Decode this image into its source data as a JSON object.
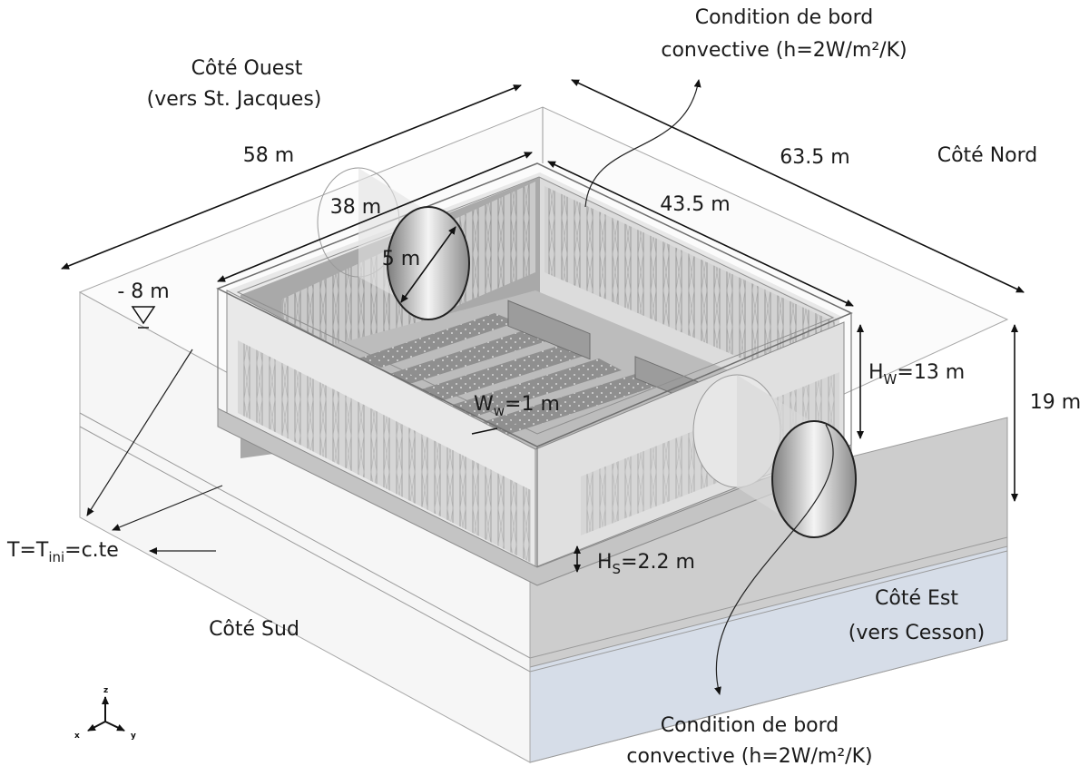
{
  "labels": {
    "west_side_line1": "Côté Ouest",
    "west_side_line2": "(vers St. Jacques)",
    "north_side": "Côté Nord",
    "east_side_line1": "Côté Est",
    "east_side_line2": "(vers Cesson)",
    "south_side": "Côté Sud",
    "bc_top_line1": "Condition de bord",
    "bc_top_line2": "convective (h=2W/m²/K)",
    "bc_bottom_line1": "Condition de bord",
    "bc_bottom_line2": "convective (h=2W/m²/K)",
    "ground_level": "- 8 m",
    "initial_temp": "T=T",
    "initial_temp_sub": "ini",
    "initial_temp_rest": "=c.te"
  },
  "dimensions": {
    "outer_length_west": "58 m",
    "outer_length_north": "63.5 m",
    "outer_height": "19 m",
    "inner_length_west": "38 m",
    "inner_length_north": "43.5 m",
    "pipe_diameter": "5 m",
    "wall_height": "H",
    "wall_height_sub": "W",
    "wall_height_rest": "=13 m",
    "wall_width": "W",
    "wall_width_sub": "w",
    "wall_width_rest": "=1 m",
    "slab_height": "H",
    "slab_height_sub": "S",
    "slab_height_rest": "=2.2 m"
  },
  "axes": {
    "z": "z",
    "x": "x",
    "y": "y"
  },
  "colors": {
    "soil_face_east": "#cfcfcf",
    "soil_bottom": "#d6dde8",
    "box_inner": "#a9a9a9"
  }
}
